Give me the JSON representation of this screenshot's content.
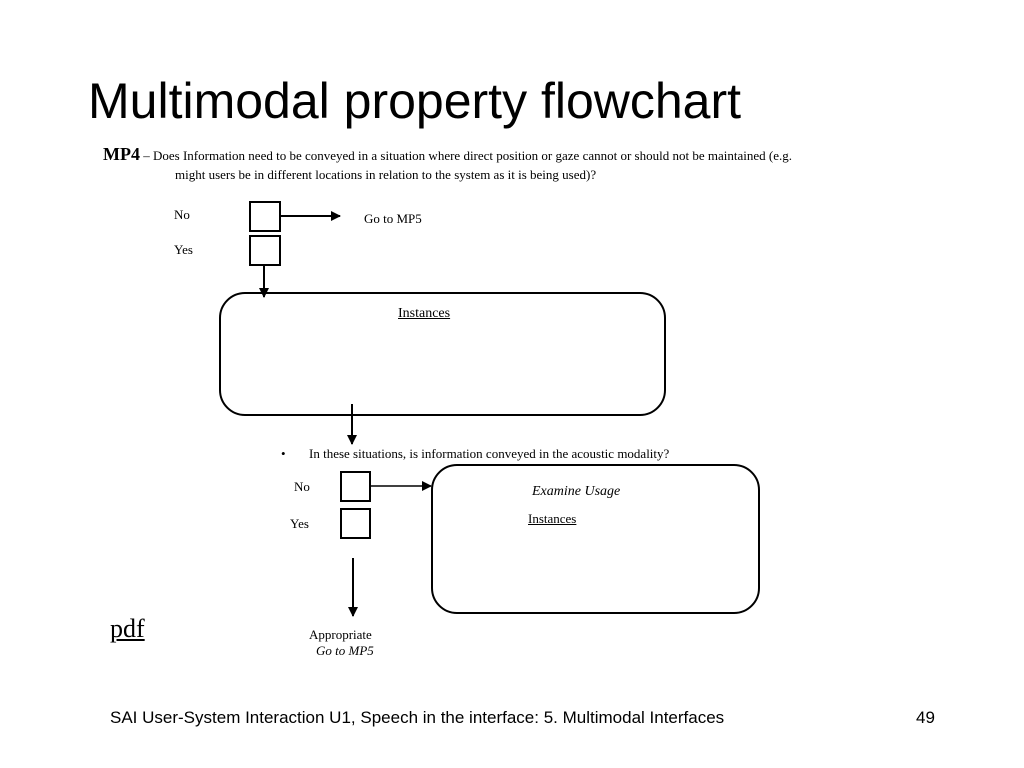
{
  "slide": {
    "title": "Multimodal property flowchart",
    "pdf_link": "pdf",
    "footer": "SAI User-System Interaction U1, Speech in the interface: 5. Multimodal Interfaces",
    "page_number": "49"
  },
  "flowchart": {
    "question_id": "MP4",
    "question_line1": " – Does Information need to be conveyed in a situation where direct position or gaze cannot or should not be maintained (e.g.",
    "question_line2": "might users be in different locations in relation to the system as it is being used)?",
    "first_choice": {
      "no_label": "No",
      "yes_label": "Yes",
      "no_target": "Go to MP5"
    },
    "instances_box_title": "Instances",
    "sub_question": "In these situations, is information conveyed in the acoustic modality?",
    "bullet": "•",
    "second_choice": {
      "no_label": "No",
      "yes_label": "Yes"
    },
    "examine_box": {
      "title": "Examine Usage",
      "instances": "Instances"
    },
    "yes_outcome": {
      "label": "Appropriate",
      "goto": "Go to MP5"
    }
  }
}
